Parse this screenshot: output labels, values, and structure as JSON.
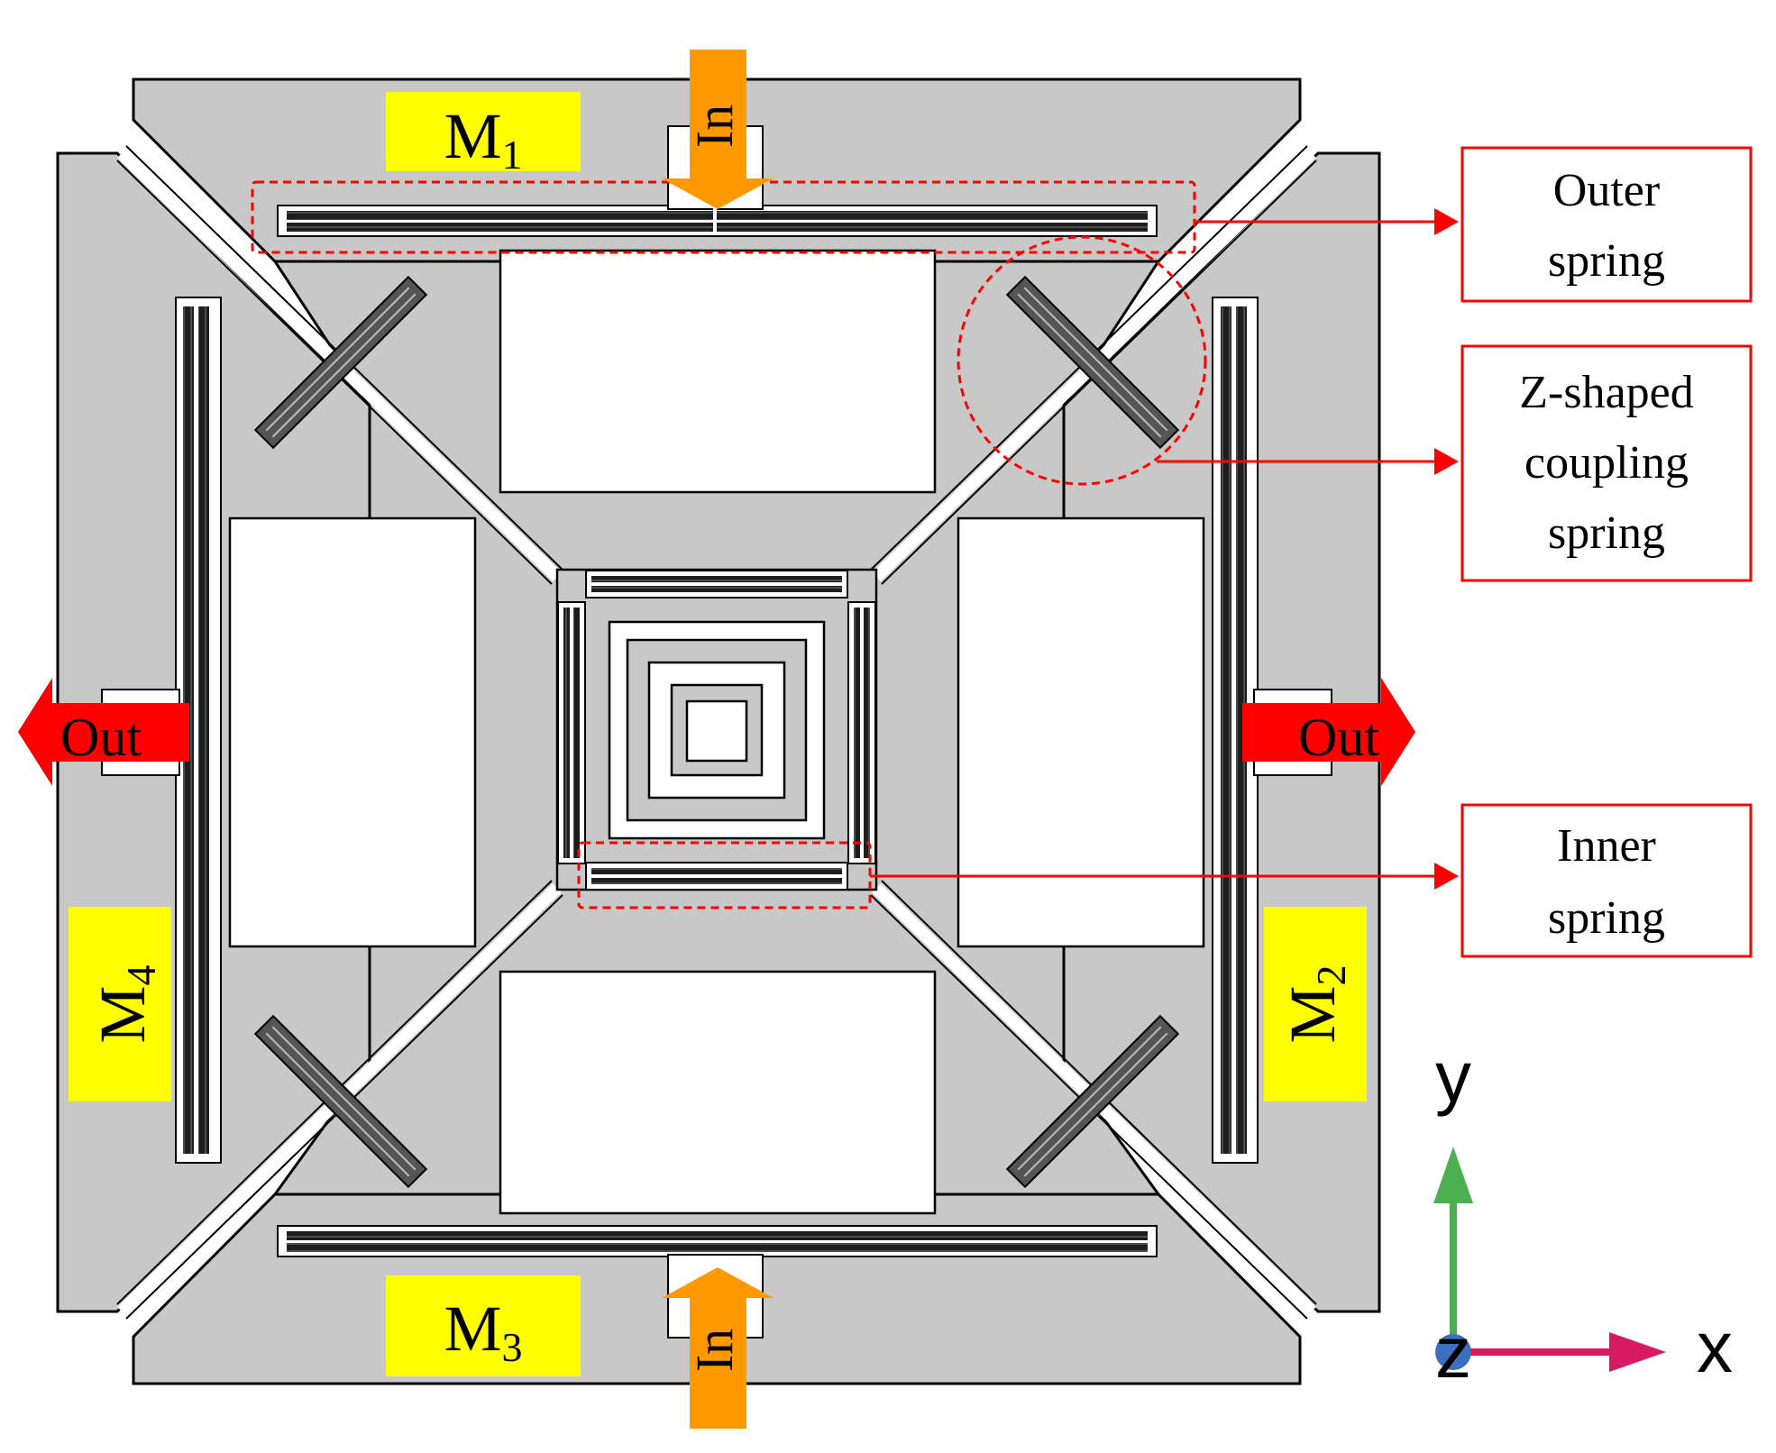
{
  "masses": {
    "m1": {
      "letter": "M",
      "sub": "1"
    },
    "m2": {
      "letter": "M",
      "sub": "2"
    },
    "m3": {
      "letter": "M",
      "sub": "3"
    },
    "m4": {
      "letter": "M",
      "sub": "4"
    }
  },
  "arrows": {
    "in_top": "In",
    "in_bottom": "In",
    "out_left": "Out",
    "out_right": "Out"
  },
  "callouts": {
    "outer_spring": [
      "Outer",
      "spring"
    ],
    "z_spring": [
      "Z-shaped",
      "coupling",
      "spring"
    ],
    "inner_spring": [
      "Inner",
      "spring"
    ]
  },
  "axes": {
    "x": "x",
    "y": "y",
    "z": "z"
  },
  "colors": {
    "body": "#c8c8c8",
    "spring": "#222222",
    "mass_label_bg": "#ffff00",
    "in_arrow": "#ff9900",
    "out_arrow": "#ff0000",
    "callout": "#ff0000",
    "axis_y": "#4caf50",
    "axis_x": "#d81b60",
    "axis_z": "#3b6fbf"
  }
}
